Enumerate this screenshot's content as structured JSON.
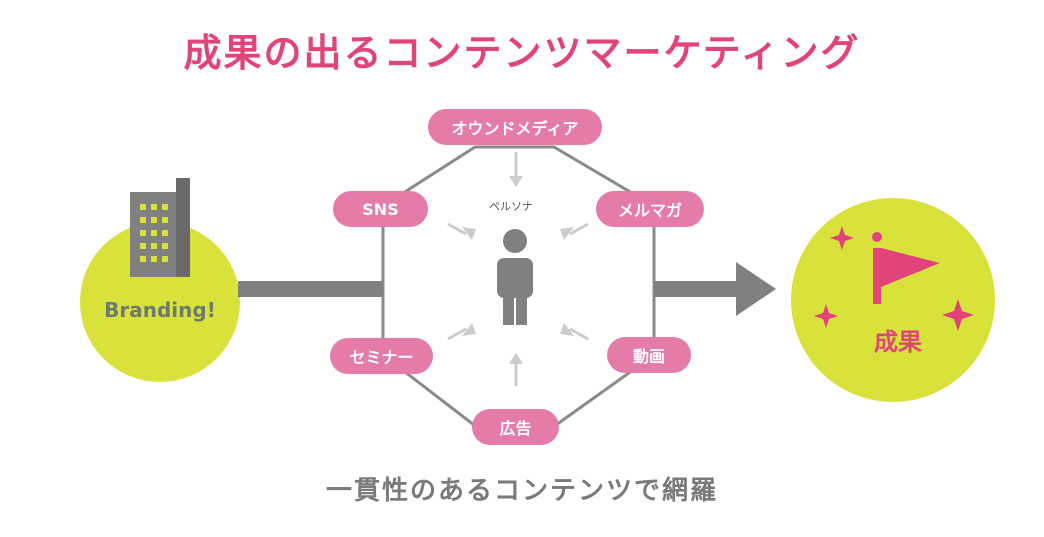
{
  "title": "成果の出るコンテンツマーケティング",
  "subtitle": "一貫性のあるコンテンツで網羅",
  "left": {
    "label": "Branding!",
    "icon": "building-icon"
  },
  "right": {
    "label": "成果",
    "icon": "flag-icon"
  },
  "center": {
    "label": "ペルソナ",
    "icon": "person-icon"
  },
  "channels": [
    "オウンドメディア",
    "SNS",
    "メルマガ",
    "セミナー",
    "動画",
    "広告"
  ],
  "colors": {
    "title": "#e0447a",
    "pill": "#e57ba9",
    "circle": "#d9e23a",
    "gray": "#888888"
  }
}
